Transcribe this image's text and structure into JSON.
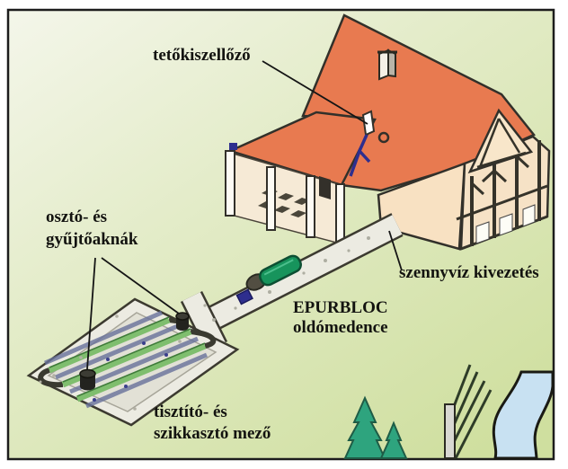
{
  "figure": {
    "labels": {
      "roof_vent": "tetőkiszellőző",
      "shafts": {
        "line1": "osztó- és",
        "line2": "gyűjtőaknák"
      },
      "sewage_outlet": "szennyvíz kivezetés",
      "tank": {
        "line1": "EPURBLOC",
        "line2": "oldómedence"
      },
      "field": {
        "line1": "tisztító- és",
        "line2": "szikkasztó mező"
      }
    },
    "colors": {
      "roof_orange": "#e87a50",
      "wall_cream": "#f8e1c2",
      "grass_light": "#f3f5e9",
      "grass_green": "#d2e1a4",
      "gravel": "#ecebe2",
      "pipe_green": "#7fbe6e",
      "tank_green": "#17945c",
      "pipe_navy": "#2e2e8e",
      "river_blue": "#c8e1f2",
      "pine_green": "#2ea47e",
      "outline_dark": "#32302a",
      "frame_black": "#1c1c1c"
    }
  }
}
